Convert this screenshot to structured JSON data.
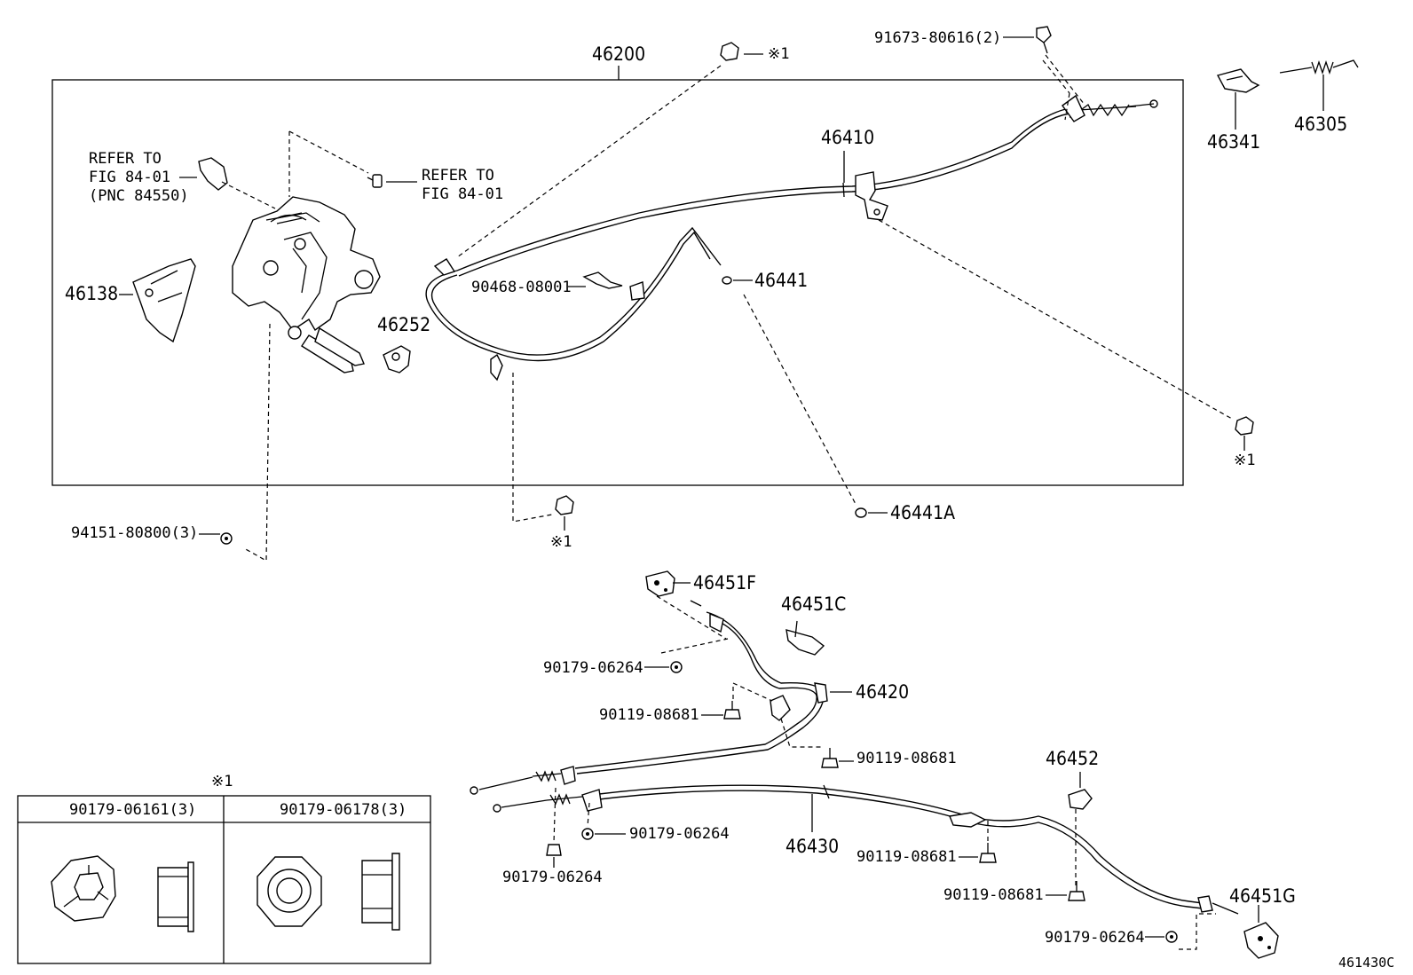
{
  "figure_code": "461430C",
  "box_label": "46200",
  "refer_left": [
    "REFER TO",
    "FIG 84-01",
    "(PNC 84550)"
  ],
  "refer_right": [
    "REFER TO",
    "FIG 84-01"
  ],
  "parts": {
    "p46138": "46138",
    "p46252": "46252",
    "p46410": "46410",
    "p46441": "46441",
    "p46441A": "46441A",
    "p90468": "90468-08001",
    "p91673": "91673-80616(2)",
    "p46341": "46341",
    "p46305": "46305",
    "p94151": "94151-80800(3)",
    "p46451F": "46451F",
    "p46451C": "46451C",
    "p46420": "46420",
    "p46430": "46430",
    "p46452": "46452",
    "p46451G": "46451G",
    "p90179_a": "90179-06264",
    "p90179_b": "90179-06264",
    "p90179_c": "90179-06264",
    "p90179_d": "90179-06264",
    "p90119_a": "90119-08681",
    "p90119_b": "90119-08681",
    "p90119_c": "90119-08681",
    "p90119_d": "90119-08681"
  },
  "ref_mark": "※1",
  "legend": {
    "mark": "※1",
    "col1": "90179-06161(3)",
    "col2": "90179-06178(3)"
  }
}
